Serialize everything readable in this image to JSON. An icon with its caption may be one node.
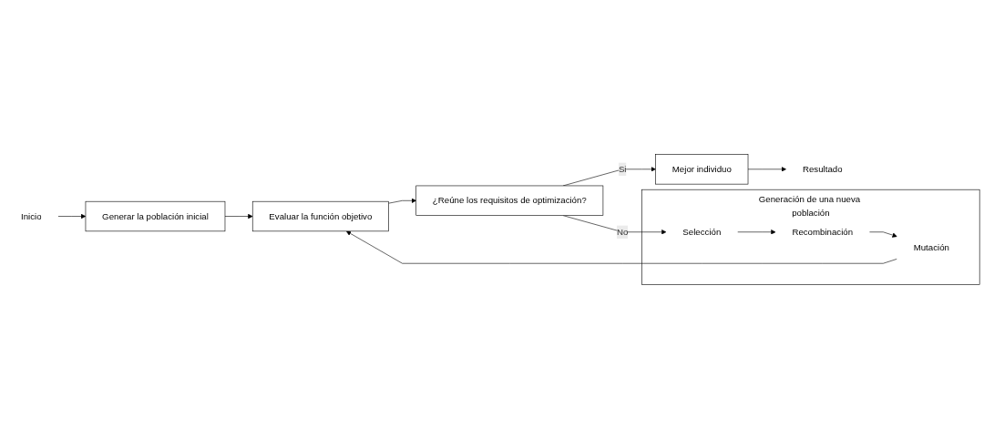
{
  "diagram": {
    "nodes": [
      {
        "text": [
          "Generar la población inicial"
        ]
      },
      {
        "text": [
          "Evaluar la función objetivo"
        ]
      },
      {
        "text": [
          "¿Reúne los requisitos de optimización?"
        ]
      },
      {
        "text": [
          "Mejor individuo"
        ]
      },
      {
        "text": [
          "Inicio"
        ]
      },
      {
        "text": [
          "Generación de una nueva población"
        ]
      },
      {
        "text": [
          "Selección"
        ],
        "in": 5
      },
      {
        "text": [
          "Recombinación"
        ],
        "in": 5
      },
      {
        "text": [
          "Mutación"
        ],
        "in": 5
      },
      {
        "text": [
          "Resultado"
        ]
      }
    ],
    "edges": [
      {
        "from": 4,
        "to": 0,
        "arrow": "to"
      },
      {
        "from": 0,
        "to": 1,
        "arrow": "to"
      },
      {
        "from": 1,
        "to": 2,
        "arrow": "to"
      },
      {
        "from": 2,
        "to": 3,
        "arrow": "to",
        "label": "Si"
      },
      {
        "from": 2,
        "to": 6,
        "arrow": "to",
        "label": "No"
      },
      {
        "from": 6,
        "to": 7,
        "arrow": "to"
      },
      {
        "from": 7,
        "to": 8,
        "arrow": "to"
      },
      {
        "from": 8,
        "to": 1,
        "arrow": "to"
      },
      {
        "from": 3,
        "to": 9,
        "arrow": "to"
      }
    ]
  }
}
